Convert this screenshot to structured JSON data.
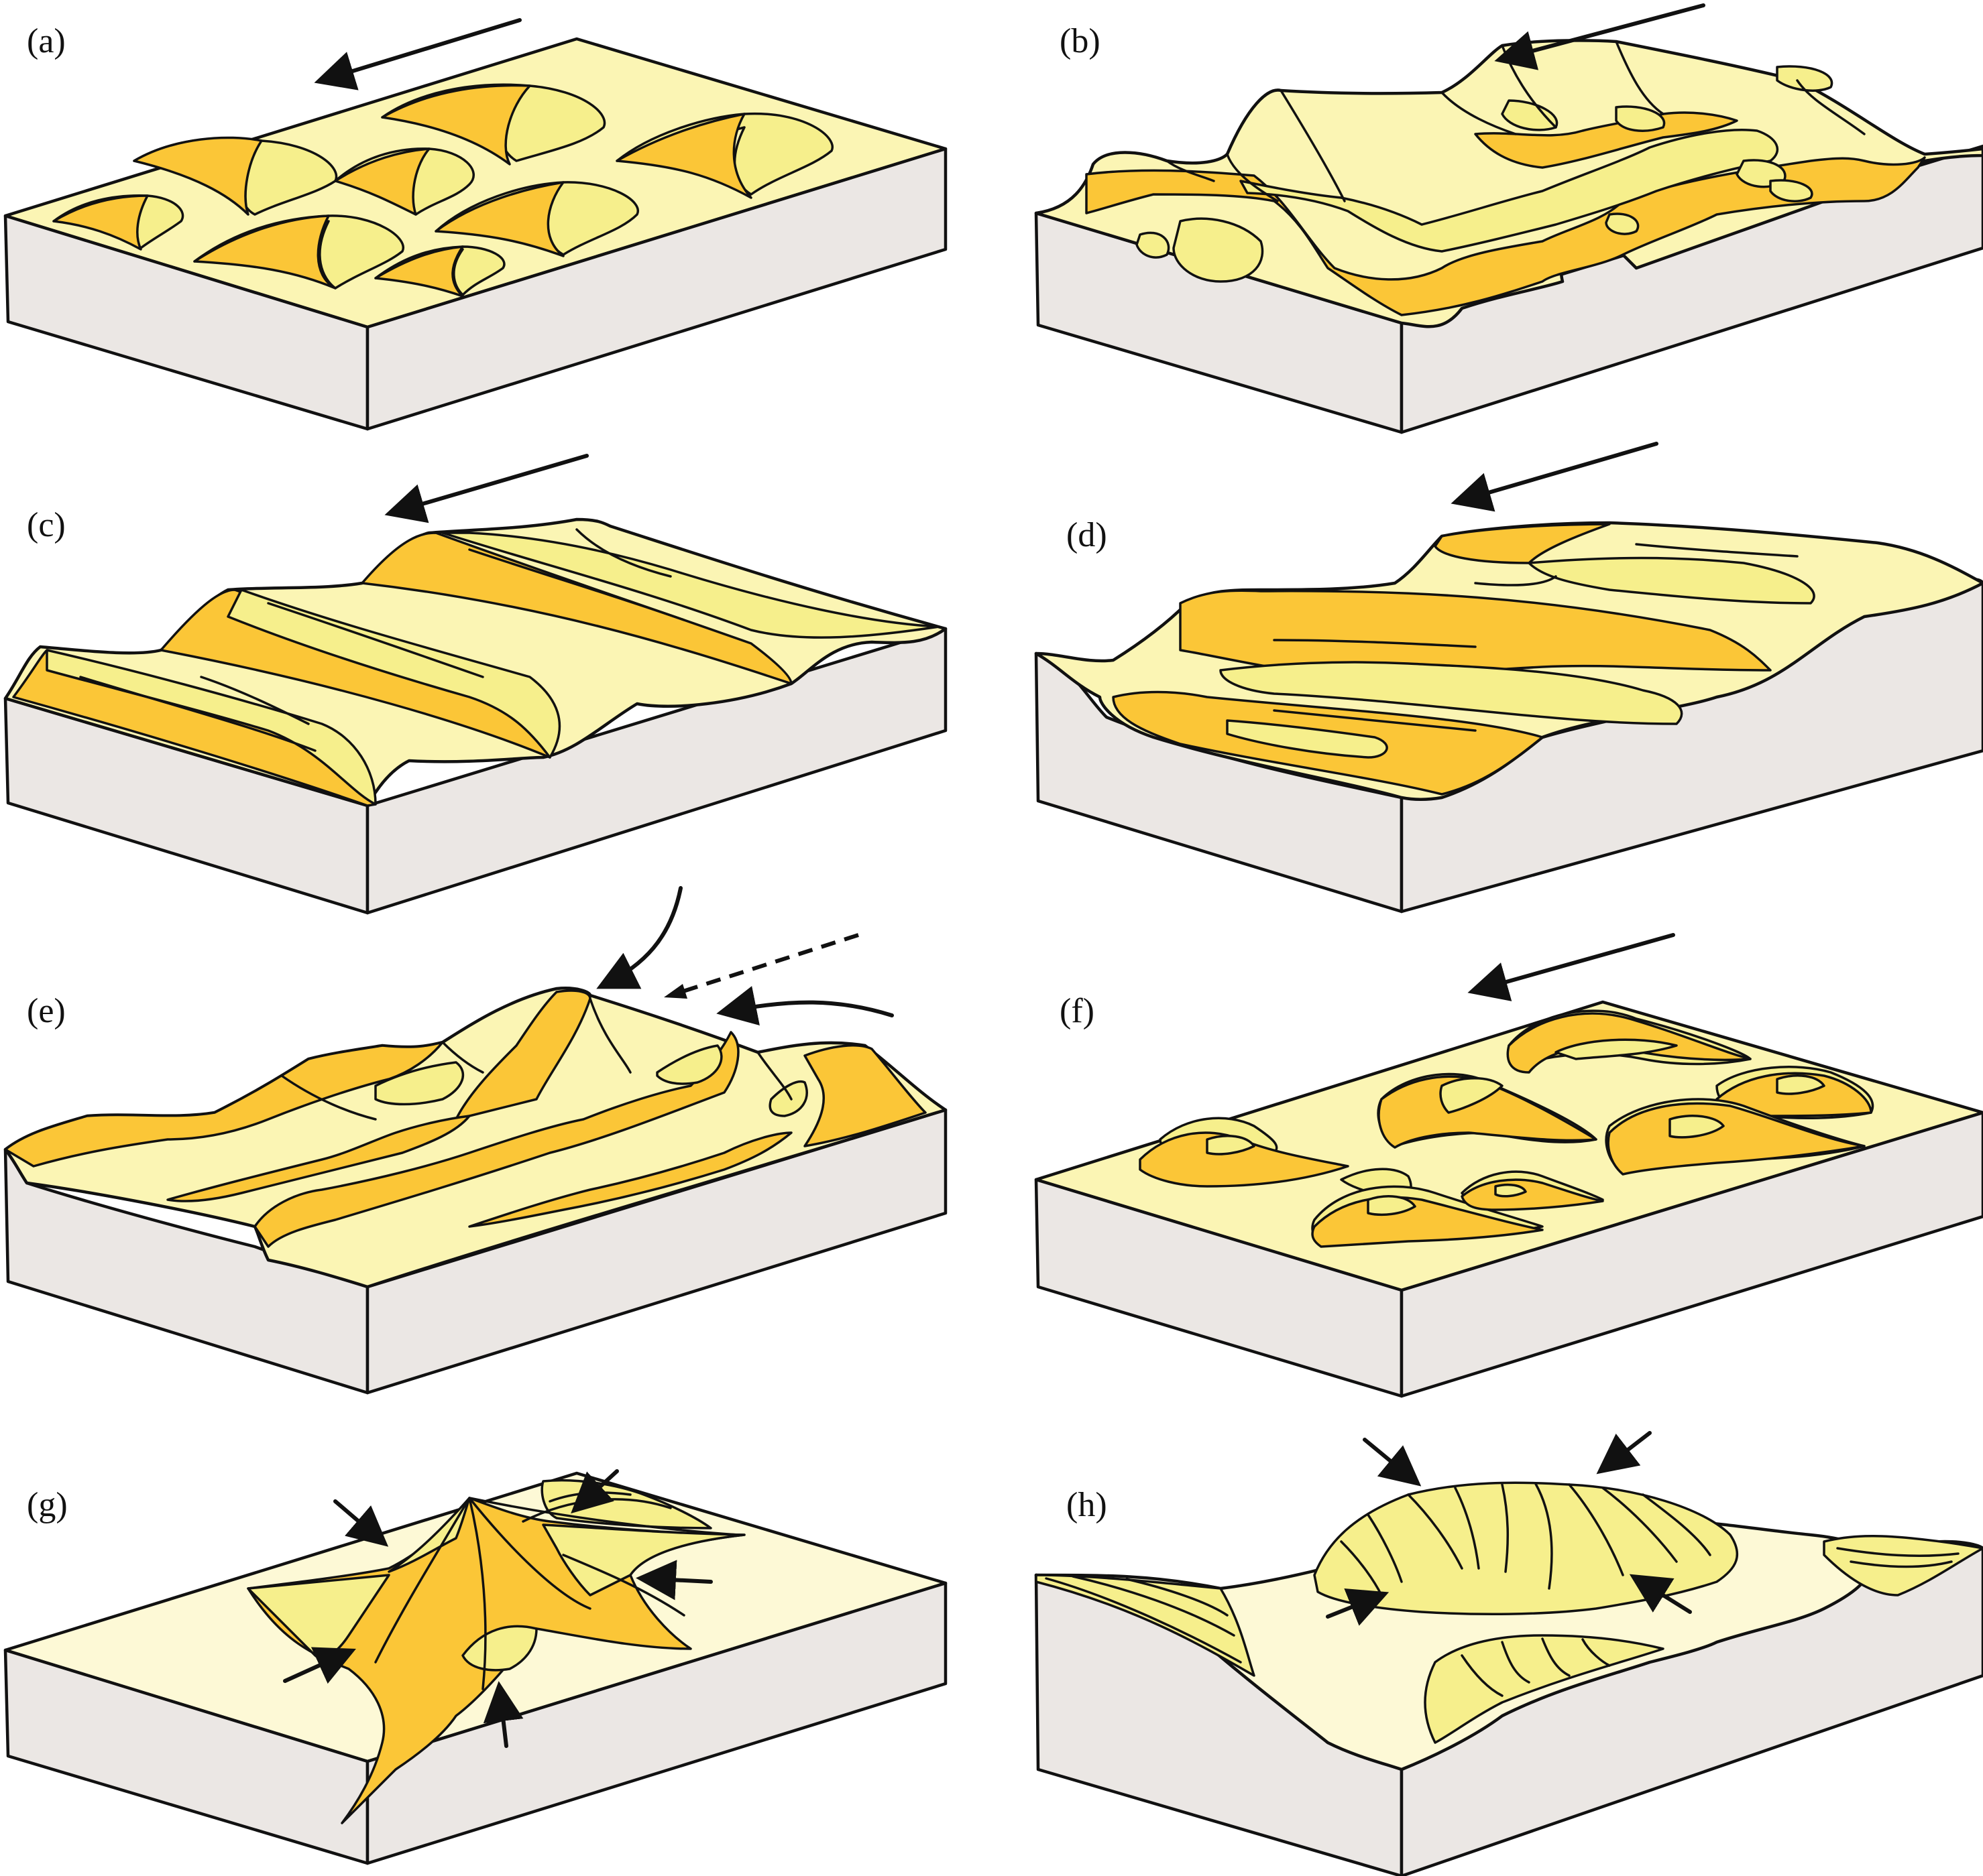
{
  "panels": [
    {
      "id": "a",
      "label": "(a)"
    },
    {
      "id": "b",
      "label": "(b)"
    },
    {
      "id": "c",
      "label": "(c)"
    },
    {
      "id": "d",
      "label": "(d)"
    },
    {
      "id": "e",
      "label": "(e)"
    },
    {
      "id": "f",
      "label": "(f)"
    },
    {
      "id": "g",
      "label": "(g)"
    },
    {
      "id": "h",
      "label": "(h)"
    }
  ],
  "colors": {
    "slipface": "#fbc637",
    "sand_light": "#fbf5b4",
    "sand_mid": "#f6ef8c",
    "block_side": "#ebe7e4",
    "outline": "#111111"
  }
}
